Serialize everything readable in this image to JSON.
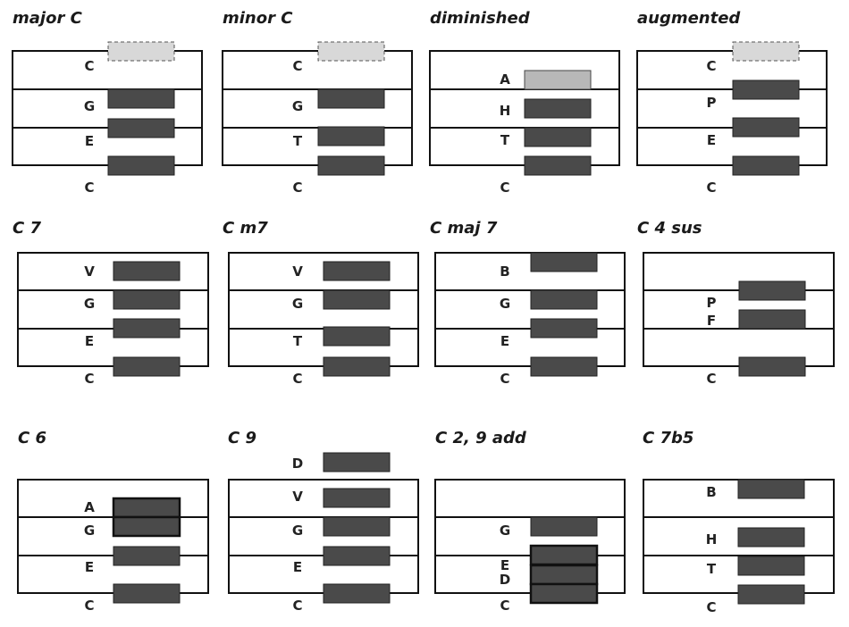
{
  "diagrams": [
    {
      "title": "major C",
      "labels": [
        {
          "t": "C"
        },
        {
          "t": "G"
        },
        {
          "t": "E"
        },
        {
          "t": "C"
        }
      ],
      "notes": [
        {
          "style": "ghost"
        },
        {
          "style": "dark"
        },
        {
          "style": "dark"
        },
        {
          "style": "dark"
        }
      ]
    },
    {
      "title": "minor C",
      "labels": [
        {
          "t": "C"
        },
        {
          "t": "G"
        },
        {
          "t": "T"
        },
        {
          "t": "C"
        }
      ],
      "notes": [
        {
          "style": "ghost"
        },
        {
          "style": "dark"
        },
        {
          "style": "dark"
        },
        {
          "style": "dark"
        }
      ]
    },
    {
      "title": "diminished",
      "labels": [
        {
          "t": "A"
        },
        {
          "t": "H"
        },
        {
          "t": "T"
        },
        {
          "t": "C"
        }
      ],
      "notes": [
        {
          "style": "light"
        },
        {
          "style": "dark"
        },
        {
          "style": "dark"
        },
        {
          "style": "dark"
        }
      ]
    },
    {
      "title": "augmented",
      "labels": [
        {
          "t": "C"
        },
        {
          "t": "P"
        },
        {
          "t": "E"
        },
        {
          "t": "C"
        }
      ],
      "notes": [
        {
          "style": "ghost"
        },
        {
          "style": "dark"
        },
        {
          "style": "dark"
        },
        {
          "style": "dark"
        }
      ]
    },
    {
      "title": "C 7",
      "labels": [
        {
          "t": "V"
        },
        {
          "t": "G"
        },
        {
          "t": "E"
        },
        {
          "t": "C"
        }
      ],
      "notes": [
        {
          "style": "dark"
        },
        {
          "style": "dark"
        },
        {
          "style": "dark"
        },
        {
          "style": "dark"
        }
      ]
    },
    {
      "title": "C m7",
      "labels": [
        {
          "t": "V"
        },
        {
          "t": "G"
        },
        {
          "t": "T"
        },
        {
          "t": "C"
        }
      ],
      "notes": [
        {
          "style": "dark"
        },
        {
          "style": "dark"
        },
        {
          "style": "dark"
        },
        {
          "style": "dark"
        }
      ]
    },
    {
      "title": "C maj 7",
      "labels": [
        {
          "t": "B"
        },
        {
          "t": "G"
        },
        {
          "t": "E"
        },
        {
          "t": "C"
        }
      ],
      "notes": [
        {
          "style": "dark"
        },
        {
          "style": "dark"
        },
        {
          "style": "dark"
        },
        {
          "style": "dark"
        }
      ]
    },
    {
      "title": "C 4 sus",
      "labels": [
        {
          "t": "P"
        },
        {
          "t": "F"
        },
        {
          "t": "C"
        }
      ],
      "notes": [
        {
          "style": "dark"
        },
        {
          "style": "dark"
        },
        {
          "style": "dark"
        }
      ]
    },
    {
      "title": "C 6",
      "labels": [
        {
          "t": "A"
        },
        {
          "t": "G"
        },
        {
          "t": "E"
        },
        {
          "t": "C"
        }
      ],
      "notes": [
        {
          "style": "bold"
        },
        {
          "style": "bold"
        },
        {
          "style": "dark"
        },
        {
          "style": "dark"
        }
      ]
    },
    {
      "title": "C 9",
      "labels": [
        {
          "t": "D"
        },
        {
          "t": "V"
        },
        {
          "t": "G"
        },
        {
          "t": "E"
        },
        {
          "t": "C"
        }
      ],
      "notes": [
        {
          "style": "dark"
        },
        {
          "style": "dark"
        },
        {
          "style": "dark"
        },
        {
          "style": "dark"
        },
        {
          "style": "dark"
        }
      ]
    },
    {
      "title": "C 2, 9 add",
      "labels": [
        {
          "t": "G"
        },
        {
          "t": "E"
        },
        {
          "t": "D"
        },
        {
          "t": "C"
        }
      ],
      "notes": [
        {
          "style": "dark"
        },
        {
          "style": "bold"
        },
        {
          "style": "bold"
        },
        {
          "style": "bold"
        }
      ]
    },
    {
      "title": "C 7b5",
      "labels": [
        {
          "t": "B"
        },
        {
          "t": "H"
        },
        {
          "t": "T"
        },
        {
          "t": "C"
        }
      ],
      "notes": [
        {
          "style": "dark"
        },
        {
          "style": "dark"
        },
        {
          "style": "dark"
        },
        {
          "style": "dark"
        }
      ]
    }
  ],
  "colors": {
    "note_dark": "#4a4a4a",
    "note_light": "#b8b8b8",
    "note_ghost": "#d8d8d8",
    "line": "#111111"
  }
}
